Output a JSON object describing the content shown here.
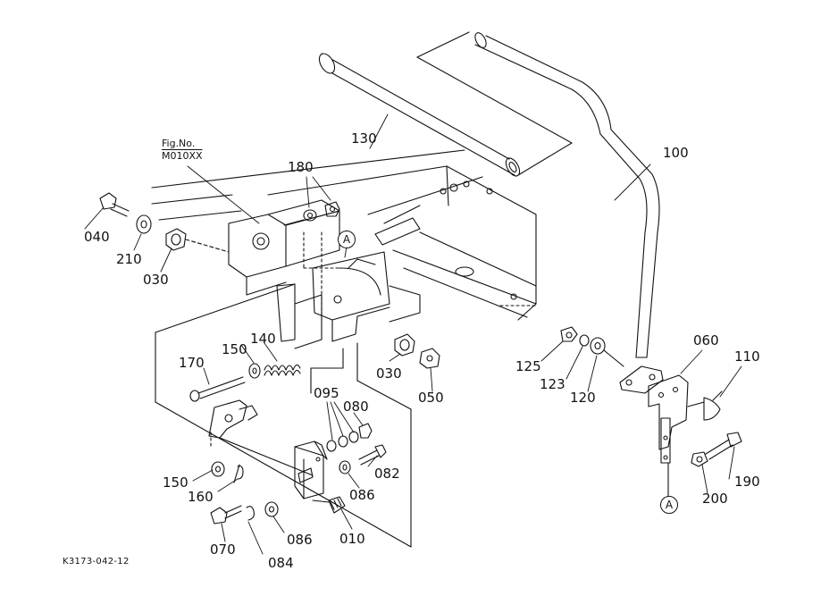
{
  "figure": {
    "fig_no_label": "Fig.No.",
    "fig_no_value": "M010XX",
    "drawing_code": "K3173-042-12",
    "section_marker": "A"
  },
  "part_numbers": {
    "p010": "010",
    "p030": "030",
    "p040": "040",
    "p050": "050",
    "p060": "060",
    "p070": "070",
    "p080": "080",
    "p082": "082",
    "p084": "084",
    "p086": "086",
    "p095": "095",
    "p100": "100",
    "p110": "110",
    "p120": "120",
    "p123": "123",
    "p125": "125",
    "p130": "130",
    "p140": "140",
    "p150": "150",
    "p160": "160",
    "p170": "170",
    "p180": "180",
    "p190": "190",
    "p200": "200",
    "p210": "210"
  }
}
